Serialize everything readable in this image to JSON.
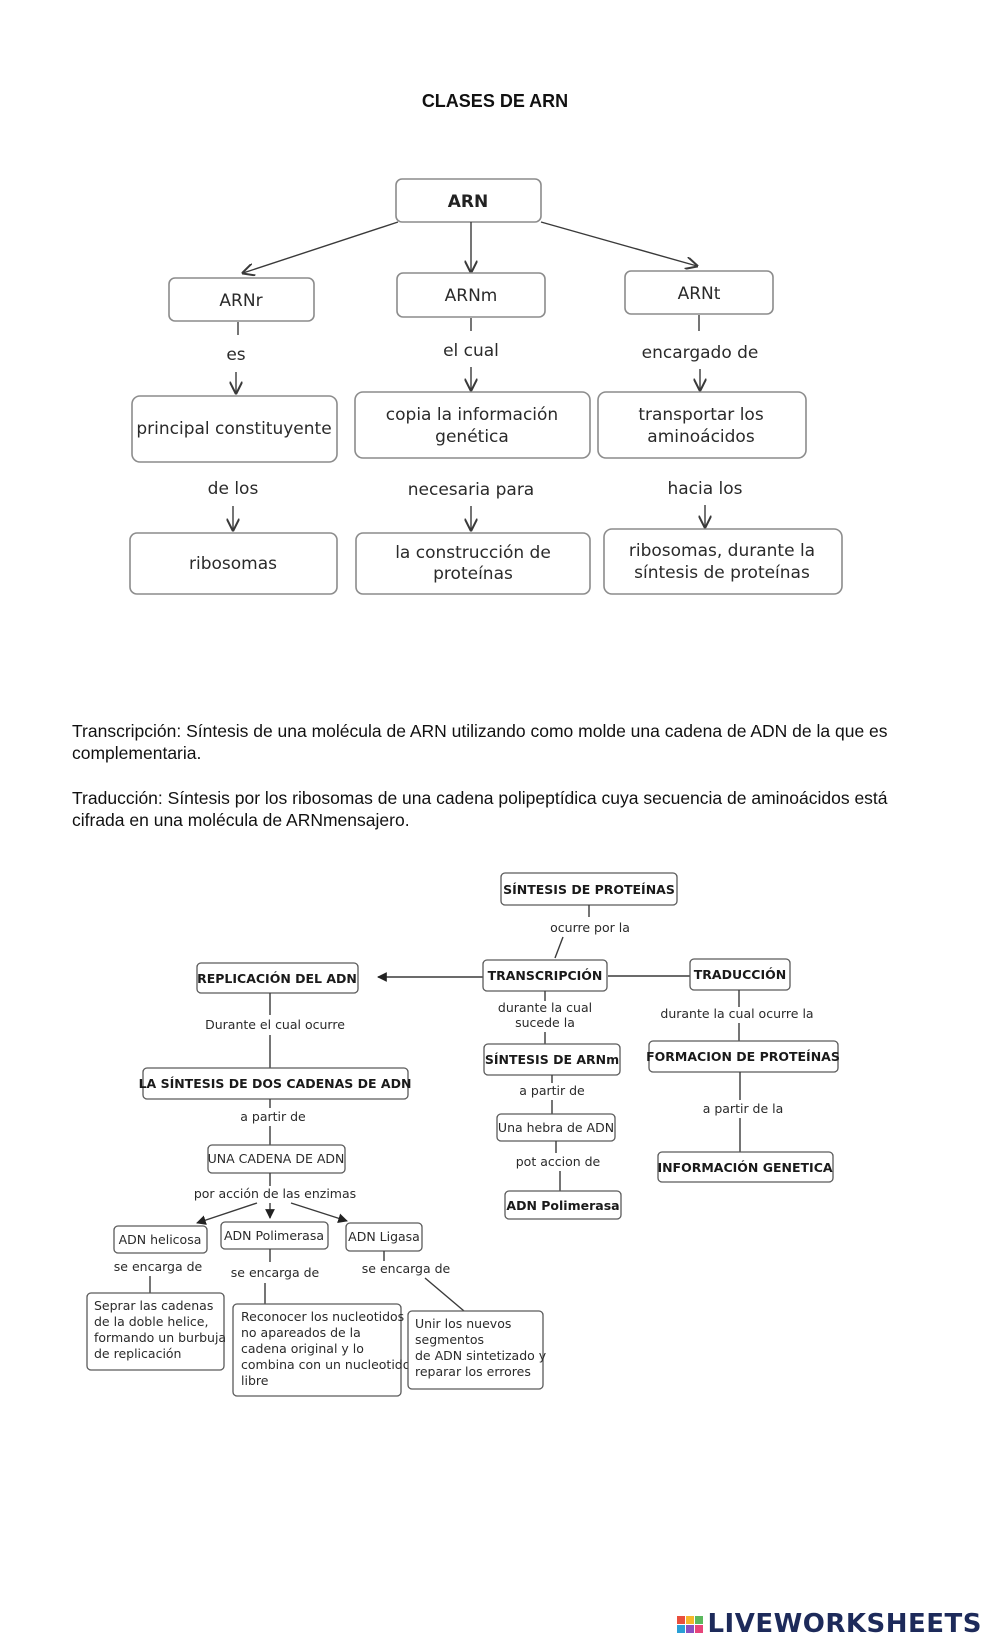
{
  "title": "CLASES DE ARN",
  "diagram1": {
    "root": "ARN",
    "branches": [
      {
        "type": "ARNr",
        "link1": "es",
        "node1": [
          "principal constituyente"
        ],
        "link2": "de los",
        "node2": [
          "ribosomas"
        ]
      },
      {
        "type": "ARNm",
        "link1": "el cual",
        "node1": [
          "copia la información",
          "genética"
        ],
        "link2": "necesaria para",
        "node2": [
          "la construcción de",
          "proteínas"
        ]
      },
      {
        "type": "ARNt",
        "link1": "encargado de",
        "node1": [
          "transportar los",
          "aminoácidos"
        ],
        "link2": "hacia los",
        "node2": [
          "ribosomas, durante la",
          "síntesis de proteínas"
        ]
      }
    ]
  },
  "definitions": [
    "Transcripción:  Síntesis de una molécula de ARN utilizando como molde una cadena de ADN de la que es complementaria.",
    "Traducción: Síntesis por los ribosomas de una cadena polipeptídica cuya secuencia de aminoácidos está cifrada en una molécula de ARNmensajero."
  ],
  "diagram2": {
    "root": "SÍNTESIS DE PROTEÍNAS",
    "root_link": "ocurre por la",
    "replicacion": "REPLICACIÓN DEL ADN",
    "transcripcion": "TRANSCRIPCIÓN",
    "traduccion": "TRADUCCIÓN",
    "rep_link1": "Durante el cual ocurre",
    "rep_node1": "LA SÍNTESIS DE DOS CADENAS DE  ADN",
    "rep_link2": "a partir de",
    "rep_node2": "UNA CADENA DE ADN",
    "rep_link3": "por acción de las enzimas",
    "enzymes": [
      {
        "name": "ADN helicosa",
        "link": "se encarga de",
        "desc": [
          "Seprar las cadenas",
          "de la doble helice,",
          "formando un burbuja",
          "de replicación"
        ]
      },
      {
        "name": "ADN Polimerasa",
        "link": "se encarga de",
        "desc": [
          "Reconocer los nucleotidos",
          "no apareados de la",
          "cadena original y lo",
          "combina con un nucleotido",
          "libre"
        ]
      },
      {
        "name": "ADN Ligasa",
        "link": "se encarga de",
        "desc": [
          "Unir los nuevos",
          "segmentos",
          "de ADN sintetizado y",
          "reparar los errores"
        ]
      }
    ],
    "tc_link1": [
      "durante la cual",
      "sucede la"
    ],
    "tc_node1": "SÍNTESIS DE ARNm",
    "tc_link2": "a partir de",
    "tc_node2": "Una hebra de ADN",
    "tc_link3": "pot accion de",
    "tc_node3": "ADN Polimerasa",
    "td_link1": "durante la cual ocurre la",
    "td_node1": "FORMACION DE PROTEÍNAS",
    "td_link2": "a partir de la",
    "td_node2": "INFORMACIÓN GENETICA"
  },
  "footer": {
    "brand": "LIVEWORKSHEETS",
    "logo_colors": [
      "#e94f3d",
      "#f5b62a",
      "#5bb85d",
      "#2a9fd6",
      "#8a4fc0",
      "#e7447a"
    ]
  }
}
